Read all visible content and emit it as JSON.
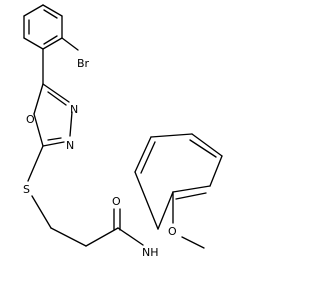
{
  "structure": {
    "atoms": {
      "bromine": "Br",
      "ring_oxygen": "O",
      "ring_nitrogen_upper": "N",
      "ring_nitrogen_lower": "N",
      "sulfur": "S",
      "carbonyl_oxygen": "O",
      "amide_nitrogen": "NH",
      "methoxy_oxygen": "O"
    }
  }
}
